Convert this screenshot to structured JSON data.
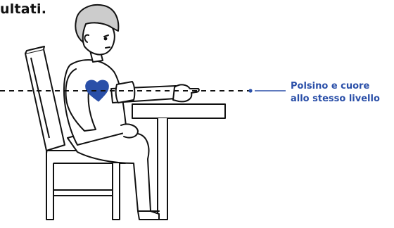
{
  "heading": {
    "text": "ultati."
  },
  "callout": {
    "line1": "Polsino e cuore",
    "line2": "allo stesso livello"
  },
  "colors": {
    "accent": "#2a4fa8",
    "stroke": "#111111",
    "hair": "#c8c8c8",
    "background": "#ffffff"
  },
  "icons": {
    "heart": "heart-icon",
    "cuff": "blood-pressure-cuff"
  }
}
